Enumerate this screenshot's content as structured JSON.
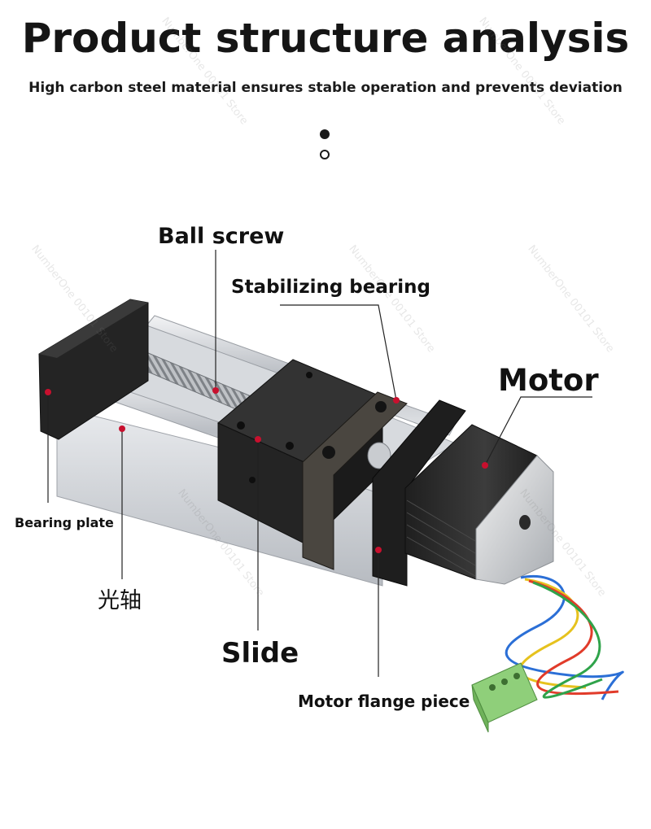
{
  "header": {
    "title": "Product structure analysis",
    "subtitle": "High carbon steel material ensures stable operation and prevents deviation"
  },
  "pagination": {
    "count": 2,
    "active": 1
  },
  "callouts": {
    "ball_screw": "Ball screw",
    "stabilizing_bearing": "Stabilizing bearing",
    "motor": "Motor",
    "bearing_plate": "Bearing plate",
    "optical_shaft": "光轴",
    "slide": "Slide",
    "motor_flange": "Motor flange piece"
  },
  "watermark": "NumberOne 00101 Store",
  "colors": {
    "callout_dot": "#c8102e",
    "frame": "#222222",
    "rail": "#c9ccd0",
    "motor": "#2b2b2b"
  }
}
